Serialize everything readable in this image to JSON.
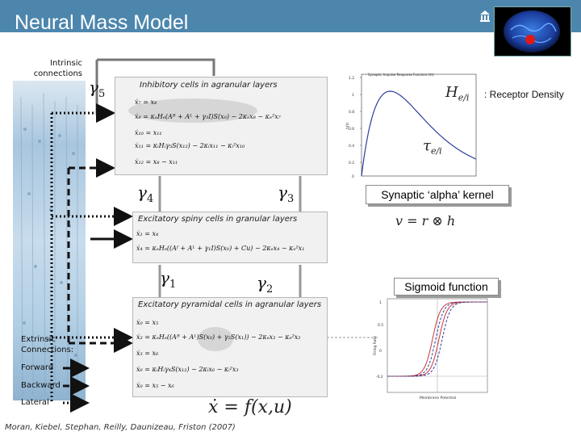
{
  "header": {
    "title": "Neural Mass Model",
    "bg_color": "#4d86ad"
  },
  "labels": {
    "intrinsic": "Intrinsic connections",
    "extrinsic": "Extrinsic Connections:",
    "forward": "Forward",
    "backward": "Backward",
    "lateral": "Lateral"
  },
  "layers": {
    "inhibitory": "Inhibitory cells in agranular layers",
    "spiny": "Excitatory spiny cells in granular layers",
    "pyramidal": "Excitatory pyramidal cells in agranular layers"
  },
  "gammas": {
    "g5": "5",
    "g4": "4",
    "g3": "3",
    "g1": "1",
    "g2": "2"
  },
  "equations": {
    "inhibitory": [
      "ẋ₇ = x₈",
      "ẋ₈ = κₑHₑ(Aᴮ + Aᴸ + γ₃I)S(x₀) − 2κₑx₈ − κₑ²x₇",
      "ẋ₁₀ = x₁₁",
      "ẋ₁₁ = κᵢHᵢγ₅S(x₁₂) − 2κᵢx₁₁ − κᵢ²x₁₀",
      "ẋ₁₂ = x₈ − x₁₁"
    ],
    "spiny": [
      "ẋ₁ = x₄",
      "ẋ₄ = κₑHₑ((Aᶠ + Aᴸ + γ₁I)S(x₀) + Cu) − 2κₑx₄ − κₑ²x₁"
    ],
    "pyramidal": [
      "ẋ₀ = x₅",
      "ẋ₂ = κₑHₑ((Aᴮ + Aᴸ)S(x₀) + γ₂S(x₁)) − 2κₑx₂ − κₑ²x₂",
      "ẋ₃ = x₆",
      "ẋ₆ = κᵢHᵢγ₄S(x₁₂) − 2κᵢx₆ − κᵢ²x₃",
      "ẋ₀ = x₅ − x₆"
    ]
  },
  "receptor": {
    "symbol_H": "H",
    "symbol_H_sub": "e/i",
    "caption": ": Receptor Density",
    "tau": "τ",
    "tau_sub": "e/i",
    "plot_title": "Synaptic Impulse Response Function h(t)"
  },
  "kernel": {
    "label": "Synaptic ‘alpha’ kernel",
    "formula": "v = r ⊗ h"
  },
  "sigmoid": {
    "label": "Sigmoid function",
    "xaxis": "Membrane Potential",
    "yaxis": "Firing Rate"
  },
  "main_formula": "ẋ = f(x,u)",
  "citation": "Moran, Kiebel, Stephan, Reilly, Daunizeau, Friston (2007)",
  "colors": {
    "curve_blue": "#2c3e9e",
    "sigmoid_red": "#c83a3a"
  }
}
